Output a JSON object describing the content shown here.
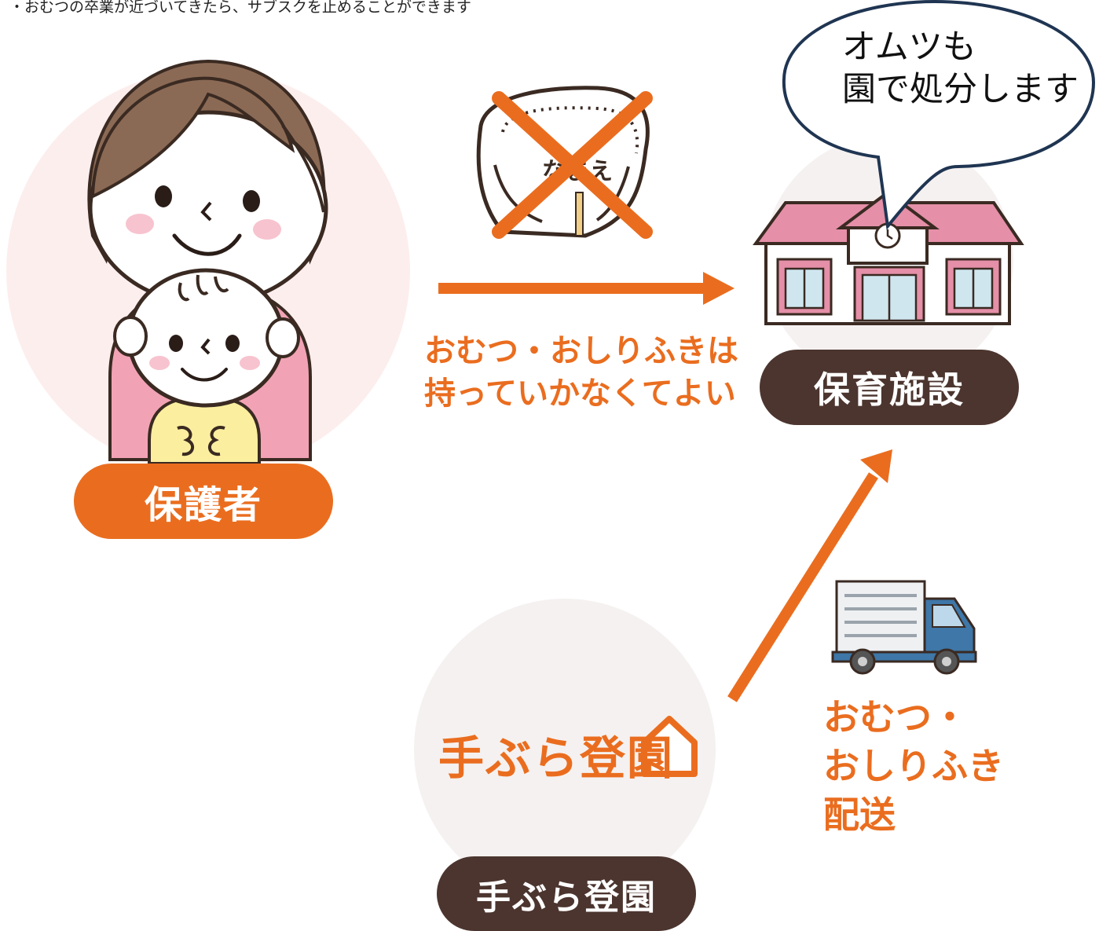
{
  "top_note": "・おむつの卒業が近づいてきたら、サブスクを止めることができます",
  "parent": {
    "label": "保護者"
  },
  "facility": {
    "label": "保育施設"
  },
  "service": {
    "label": "手ぶら登園",
    "logo_text": "手ぶら登園"
  },
  "diaper_tag_text": "なまえ",
  "arrow_label": {
    "line1": "おむつ・おしりふきは",
    "line2": "持っていかなくてよい"
  },
  "delivery_label": {
    "line1": "おむつ・",
    "line2": "おしりふき",
    "line3": "配送"
  },
  "speech_bubble": {
    "line1": "オムツも",
    "line2": "園で処分します"
  },
  "colors": {
    "orange": "#ea6d1f",
    "dark_brown": "#4c352f",
    "pink_bg": "#fdeeee",
    "gray_bg": "#f5f1f0",
    "roof_pink": "#e58fa8",
    "truck_blue": "#3e77a8"
  }
}
